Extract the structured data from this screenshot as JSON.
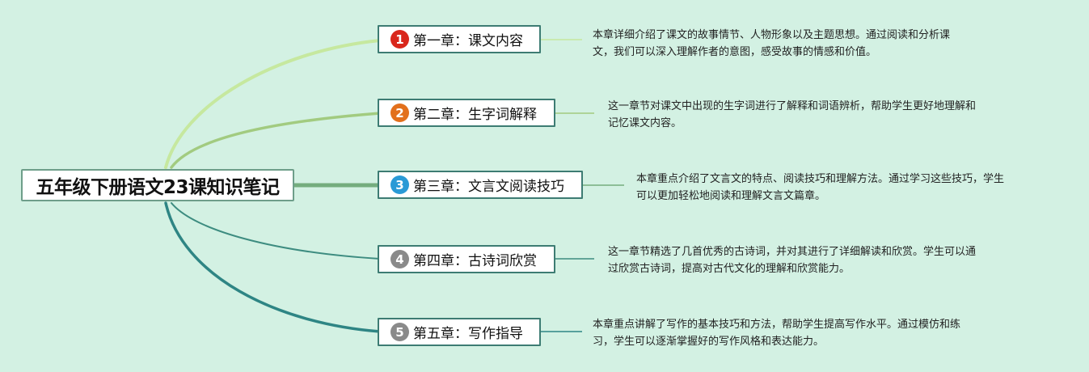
{
  "root": {
    "title": "五年级下册语文23课知识笔记"
  },
  "branches": [
    {
      "number": "1",
      "title": "第一章：课文内容",
      "badge_color": "#d9271c",
      "line_color": "#c6e89f",
      "desc_lines": [
        "本章详细介绍了课文的故事情节、人物形象以及主题思想。通过阅读和分析课",
        "文，我们可以深入理解作者的意图，感受故事的情感和价值。"
      ]
    },
    {
      "number": "2",
      "title": "第二章：生字词解释",
      "badge_color": "#e2701c",
      "line_color": "#a2cb80",
      "desc_lines": [
        "这一章节对课文中出现的生字词进行了解释和词语辨析，帮助学生更好地理解和",
        "记忆课文内容。"
      ]
    },
    {
      "number": "3",
      "title": "第三章：文言文阅读技巧",
      "badge_color": "#2a9ad6",
      "line_color": "#74ad7e",
      "desc_lines": [
        "本章重点介绍了文言文的特点、阅读技巧和理解方法。通过学习这些技巧，学生",
        "可以更加轻松地阅读和理解文言文篇章。"
      ]
    },
    {
      "number": "4",
      "title": "第四章：古诗词欣赏",
      "badge_color": "#8a8a8a",
      "line_color": "#3d8c80",
      "desc_lines": [
        "这一章节精选了几首优秀的古诗词，并对其进行了详细解读和欣赏。学生可以通",
        "过欣赏古诗词，提高对古代文化的理解和欣赏能力。"
      ]
    },
    {
      "number": "5",
      "title": "第五章：写作指导",
      "badge_color": "#8a8a8a",
      "line_color": "#2e8584",
      "desc_lines": [
        "本章重点讲解了写作的基本技巧和方法，帮助学生提高写作水平。通过模仿和练",
        "习，学生可以逐渐掌握好的写作风格和表达能力。"
      ]
    }
  ]
}
